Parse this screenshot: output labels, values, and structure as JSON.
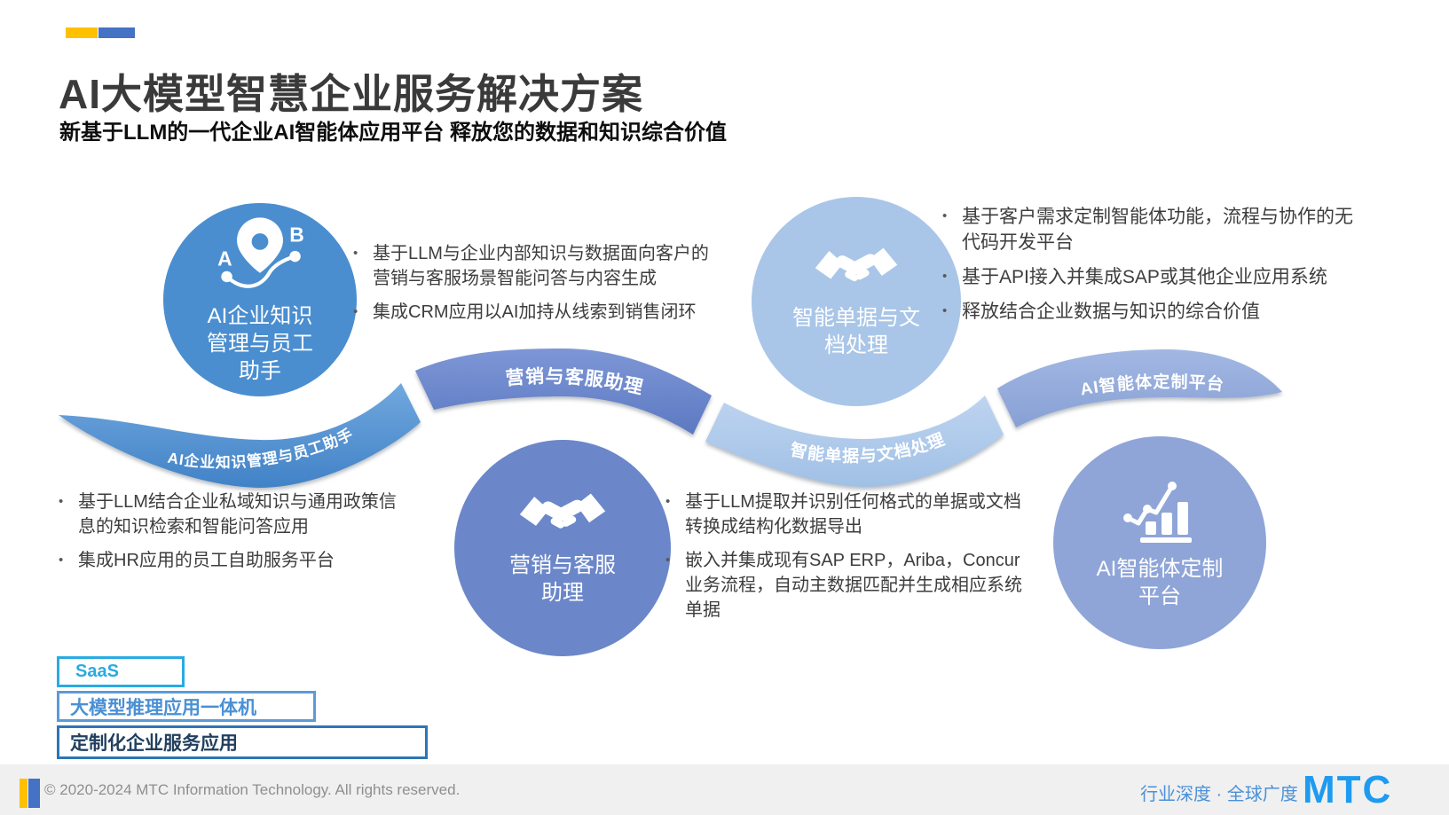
{
  "slide": {
    "title": "AI大模型智慧企业服务解决方案",
    "subtitle": "新基于LLM的一代企业AI智能体应用平台 释放您的数据和知识综合价值"
  },
  "nodes": [
    {
      "id": "knowledge",
      "icon": "route-pin-icon",
      "color": "#4a8ed0",
      "ribbon_label": "AI企业知识管理与员工助手",
      "lines": [
        "AI企业知识",
        "管理与员工",
        "助手"
      ]
    },
    {
      "id": "marketing",
      "icon": "handshake-icon",
      "color": "#6b87c9",
      "ribbon_label": "营销与客服助理",
      "lines": [
        "营销与客服",
        "助理"
      ]
    },
    {
      "id": "documents",
      "icon": "handshake-icon",
      "color": "#a9c6e8",
      "ribbon_label": "智能单据与文档处理",
      "lines": [
        "智能单据与文",
        "档处理"
      ]
    },
    {
      "id": "platform",
      "icon": "bar-chart-icon",
      "color": "#8fa5d8",
      "ribbon_label": "AI智能体定制平台",
      "lines": [
        "AI智能体定制",
        "平台"
      ]
    }
  ],
  "bullets": {
    "marketing": [
      "基于LLM与企业内部知识与数据面向客户的营销与客服场景智能问答与内容生成",
      "集成CRM应用以AI加持从线索到销售闭环"
    ],
    "platform": [
      "基于客户需求定制智能体功能，流程与协作的无代码开发平台",
      "基于API接入并集成SAP或其他企业应用系统",
      "释放结合企业数据与知识的综合价值"
    ],
    "knowledge": [
      "基于LLM结合企业私域知识与通用政策信息的知识检索和智能问答应用",
      "集成HR应用的员工自助服务平台"
    ],
    "documents": [
      "基于LLM提取并识别任何格式的单据或文档转换成结构化数据导出",
      "嵌入并集成现有SAP ERP，Ariba，Concur业务流程，自动主数据匹配并生成相应系统单据"
    ]
  },
  "delivery_models": [
    {
      "label": "SaaS",
      "color": "#29abe2"
    },
    {
      "label": "大模型推理应用一体机",
      "color": "#5b9bd5"
    },
    {
      "label": "定制化企业服务应用",
      "color": "#2e75b6"
    }
  ],
  "footer": {
    "copyright": "© 2020-2024 MTC Information Technology. All rights reserved.",
    "tagline": "行业深度 · 全球广度",
    "logo_text": "MTC"
  },
  "colors": {
    "title": "#3a3a3a",
    "accent_yellow": "#ffc000",
    "accent_blue": "#4472c4",
    "ribbon_1": "#4a8fd0",
    "ribbon_2": "#6584ca",
    "ribbon_3": "#aac7e9",
    "ribbon_4": "#8da7db",
    "logo_blue": "#1e9bf0",
    "footer_bg": "#f0f0f0"
  }
}
